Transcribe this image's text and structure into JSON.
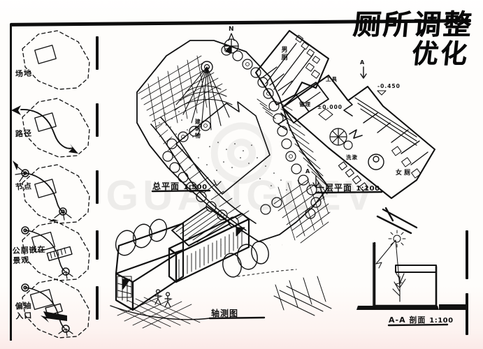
{
  "sheet": {
    "title_line1": "厕所调整",
    "title_line2": "优化",
    "medium": "hand-drawn architectural presentation board",
    "watermark": "GUANGLEV"
  },
  "analysis_column": {
    "items": [
      {
        "label": "场地",
        "meaning": "site"
      },
      {
        "label": "路径",
        "meaning": "path"
      },
      {
        "label": "节点",
        "meaning": "node"
      },
      {
        "label": "公厕嵌在\n景观",
        "meaning": "toilet embedded in landscape"
      },
      {
        "label": "偏轴\n入口",
        "meaning": "off-axis entrance"
      }
    ]
  },
  "drawings": {
    "site_plan": {
      "caption": "总平面",
      "scale": "1:500",
      "north_label": "N",
      "interior_label": "建筑物"
    },
    "floor_plan": {
      "caption": "一层平面",
      "scale": "1:100",
      "rooms": [
        {
          "name": "男厕"
        },
        {
          "name": "女厕"
        },
        {
          "name": "管理"
        },
        {
          "name": "工具"
        },
        {
          "name": "洗漱"
        }
      ],
      "elevations": [
        {
          "value": "±0.000"
        },
        {
          "value": "-0.450"
        }
      ],
      "section_marks": [
        {
          "label": "A"
        },
        {
          "label": "A"
        }
      ]
    },
    "axonometric": {
      "caption": "轴测图"
    },
    "section": {
      "caption": "A-A 剖面",
      "scale": "1:100"
    }
  },
  "colors": {
    "ink": "#111111",
    "paper": "#fefdfb",
    "paper_warm": "#fbe9e6"
  }
}
